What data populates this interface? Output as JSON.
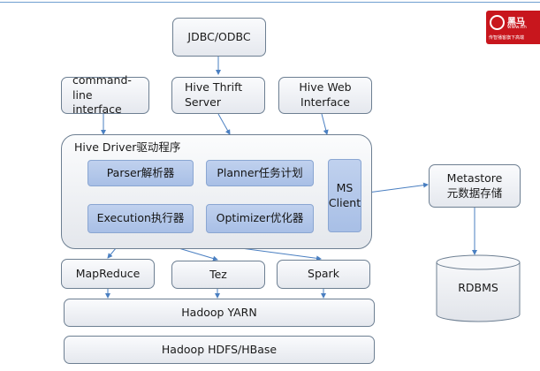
{
  "boxes": {
    "jdbc": "JDBC/ODBC",
    "cli": "command-line interface",
    "thrift": "Hive Thrift Server",
    "web": "Hive Web Interface",
    "metastore": "Metastore\n元数据存储",
    "mapreduce": "MapReduce",
    "tez": "Tez",
    "spark": "Spark",
    "yarn": "Hadoop YARN",
    "hdfs": "Hadoop HDFS/HBase",
    "rdbms": "RDBMS"
  },
  "driver": {
    "title": "Hive Driver驱动程序",
    "parser": "Parser解析器",
    "planner": "Planner任务计划",
    "execution": "Execution执行器",
    "optimizer": "Optimizer优化器",
    "ms_client": "MS\nClient"
  },
  "logo": {
    "name": "黑马",
    "url": "www.ith",
    "slogan": "传智播客旗下高端"
  },
  "colors": {
    "box_border": "#6d7f92",
    "inner_fill": "#b4c7ea",
    "arrow": "#4a7fc1",
    "logo_red": "#c8161d"
  }
}
